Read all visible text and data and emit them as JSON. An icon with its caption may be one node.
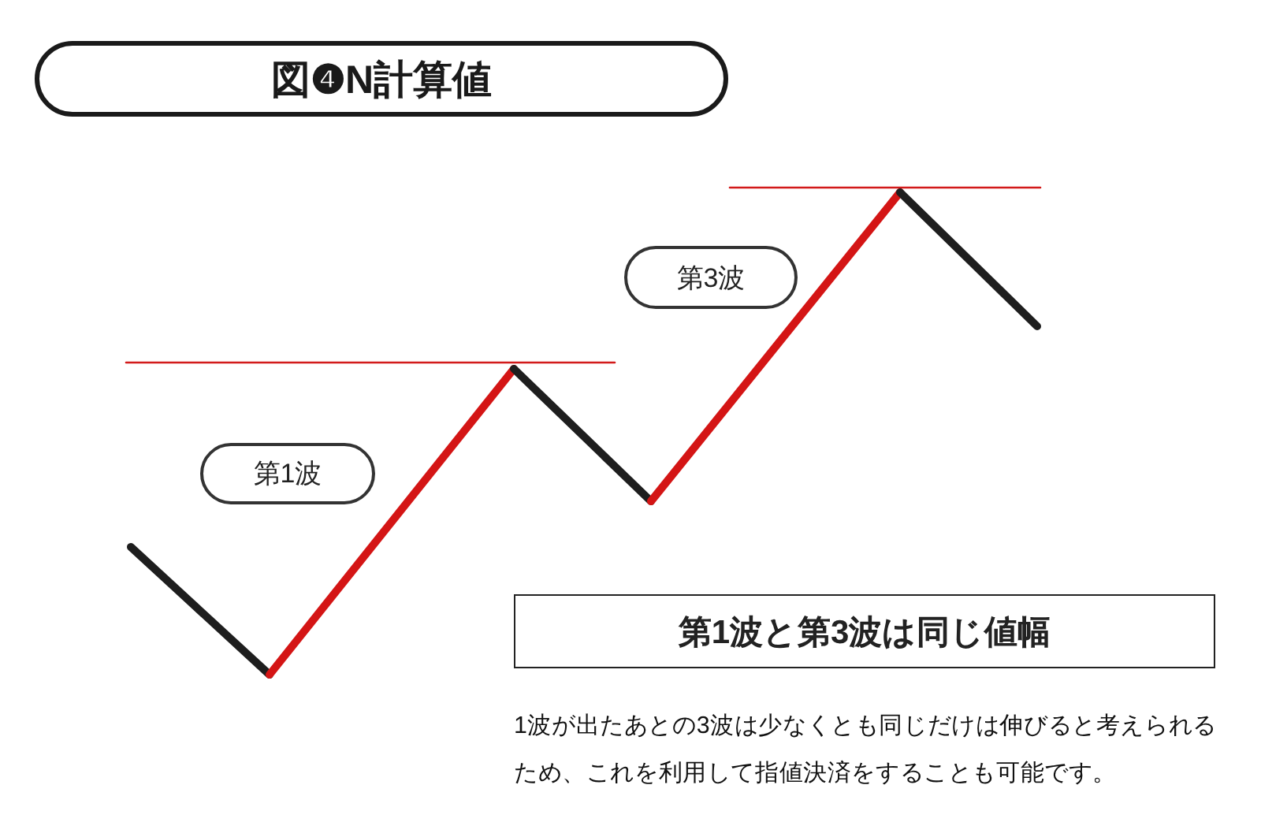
{
  "diagram": {
    "title": "図❹N計算値",
    "nodes": [
      {
        "text": [
          "第1波"
        ]
      },
      {
        "text": [
          "第3波"
        ]
      },
      {
        "text": [
          "第1波と第3波は同じ値幅"
        ]
      }
    ],
    "labels": [
      "1波が出たあとの3波は少なくとも同じだけは伸びると考えられるため、これを利用して指値決済をすることも可能です。"
    ]
  }
}
